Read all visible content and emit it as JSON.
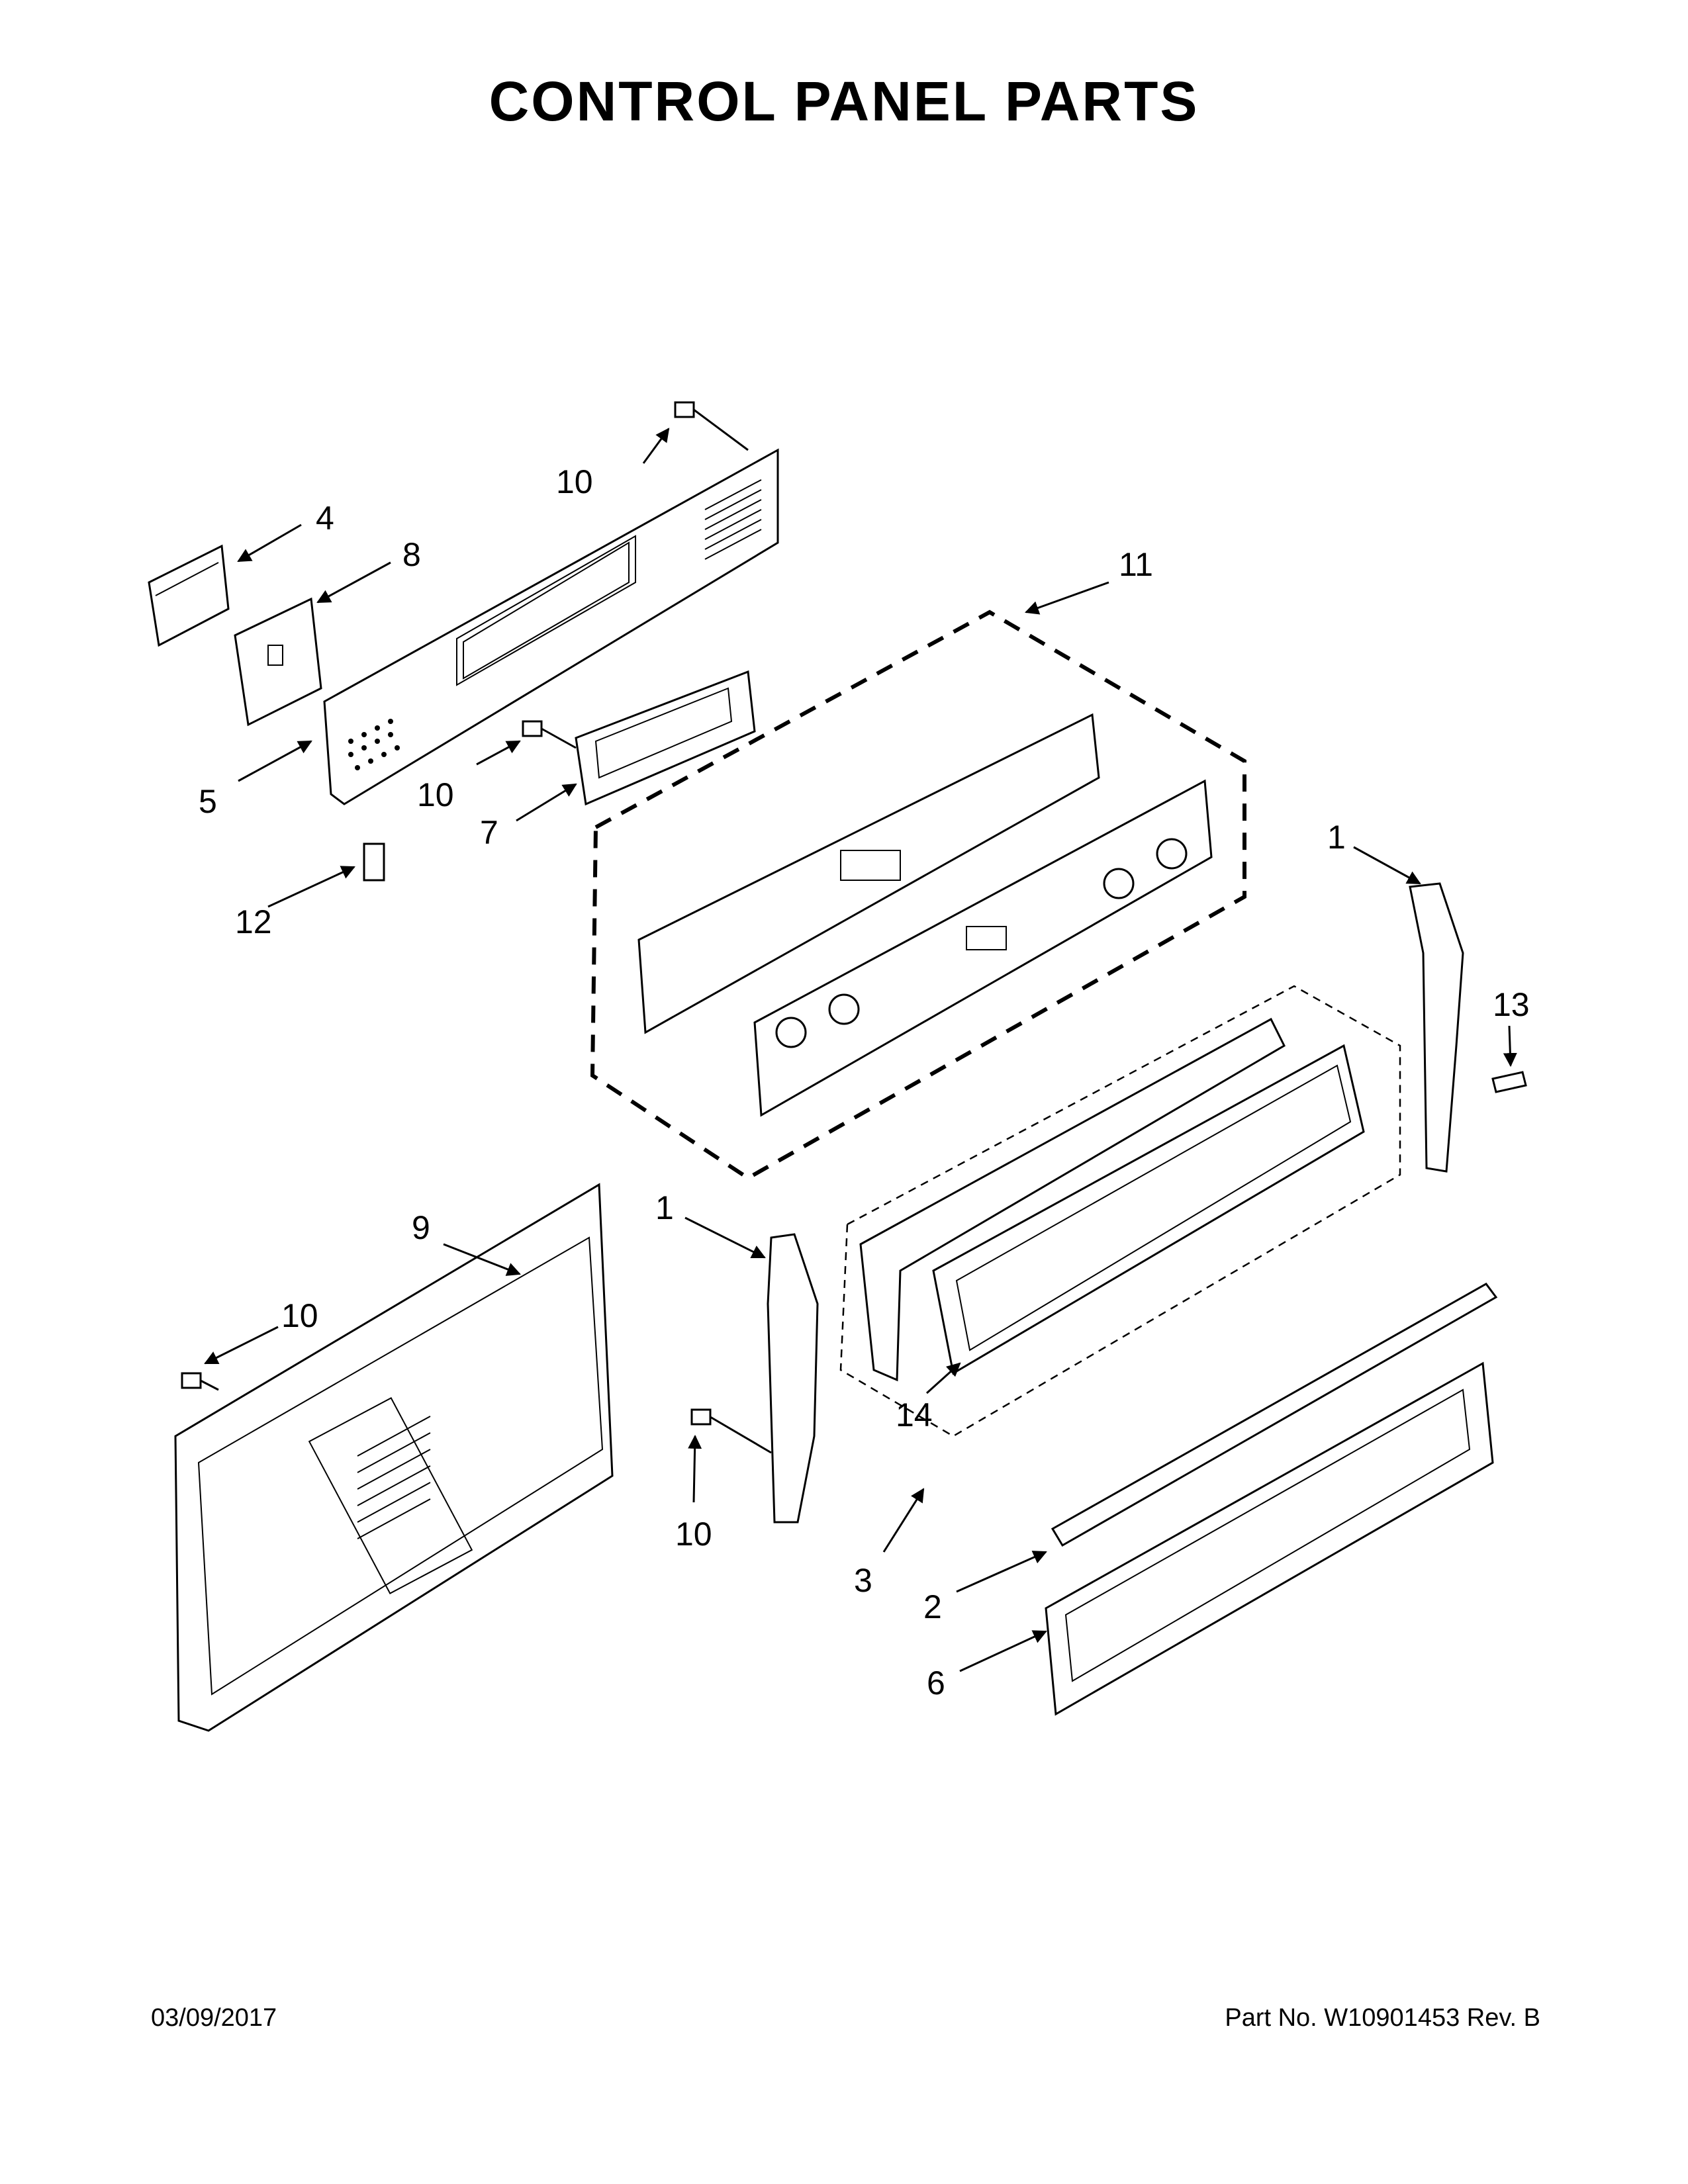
{
  "title": "CONTROL PANEL PARTS",
  "footer": {
    "date": "03/09/2017",
    "part_number": "Part No.  W10901453  Rev.  B"
  },
  "callouts": {
    "c10_top": "10",
    "c4": "4",
    "c8": "8",
    "c11": "11",
    "c5": "5",
    "c10_mid": "10",
    "c7": "7",
    "c1_right": "1",
    "c12": "12",
    "c13": "13",
    "c9": "9",
    "c1_mid": "1",
    "c10_left": "10",
    "c14": "14",
    "c10_bot": "10",
    "c3": "3",
    "c2": "2",
    "c6": "6"
  }
}
